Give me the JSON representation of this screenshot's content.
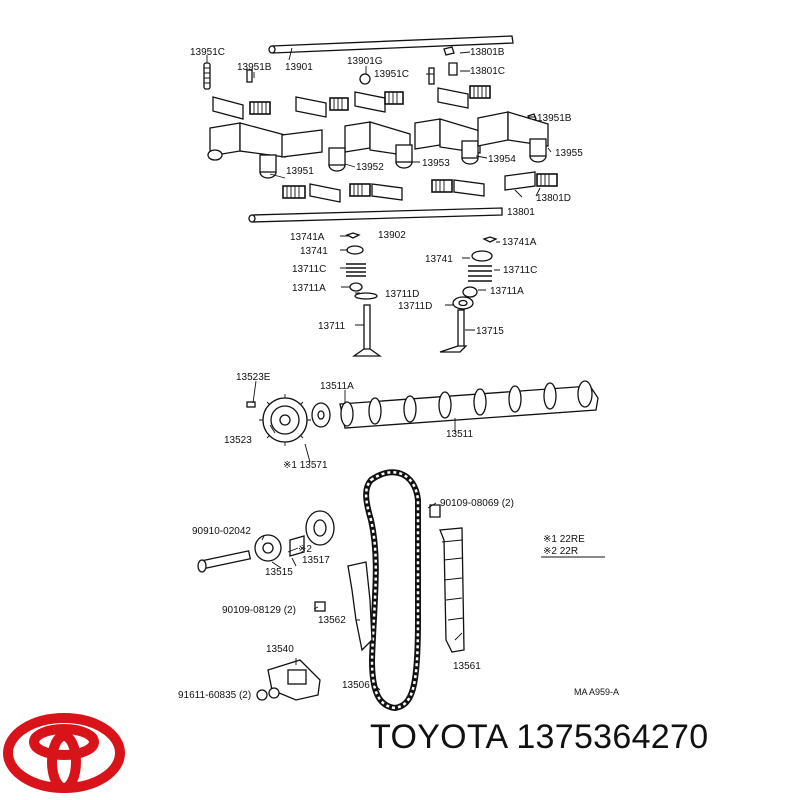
{
  "parts": {
    "p13951C": "13951C",
    "p13901": "13901",
    "p13951B_a": "13951B",
    "p13901G": "13901G",
    "p13951C_b": "13951C",
    "p13801B": "13801B",
    "p13801C": "13801C",
    "p13951B_b": "13951B",
    "p13955": "13955",
    "p13951": "13951",
    "p13952": "13952",
    "p13953": "13953",
    "p13954": "13954",
    "p13801": "13801",
    "p13801D": "13801D",
    "p13741A_l": "13741A",
    "p13902": "13902",
    "p13741_l": "13741",
    "p13711C_l": "13711C",
    "p13711A_l": "13711A",
    "p13711D_l": "13711D",
    "p13711": "13711",
    "p13741_r": "13741",
    "p13741A_r": "13741A",
    "p13711C_r": "13711C",
    "p13711A_r": "13711A",
    "p13711D_r": "13711D",
    "p13715": "13715",
    "p13523E": "13523E",
    "p13511A": "13511A",
    "p13523": "13523",
    "p13511": "13511",
    "p13571": "※1 13571",
    "p90109_08069": "90109-08069 (2)",
    "p90910_02042": "90910-02042",
    "p13517_mark": "※2",
    "p13517": "13517",
    "p13515": "13515",
    "p90109_08129": "90109-08129 (2)",
    "p13562": "13562",
    "p13540": "13540",
    "p13561": "13561",
    "p91611_60835": "91611-60835 (2)",
    "p13506": "13506",
    "note1": "※1 22RE",
    "note2": "※2 22R",
    "ref_code": "MA  A959-A"
  },
  "footer": {
    "brand_text": "TOYOTA 1375364270"
  },
  "icons": {
    "logo": "toyota-logo",
    "logo_color": "#d8141a"
  }
}
